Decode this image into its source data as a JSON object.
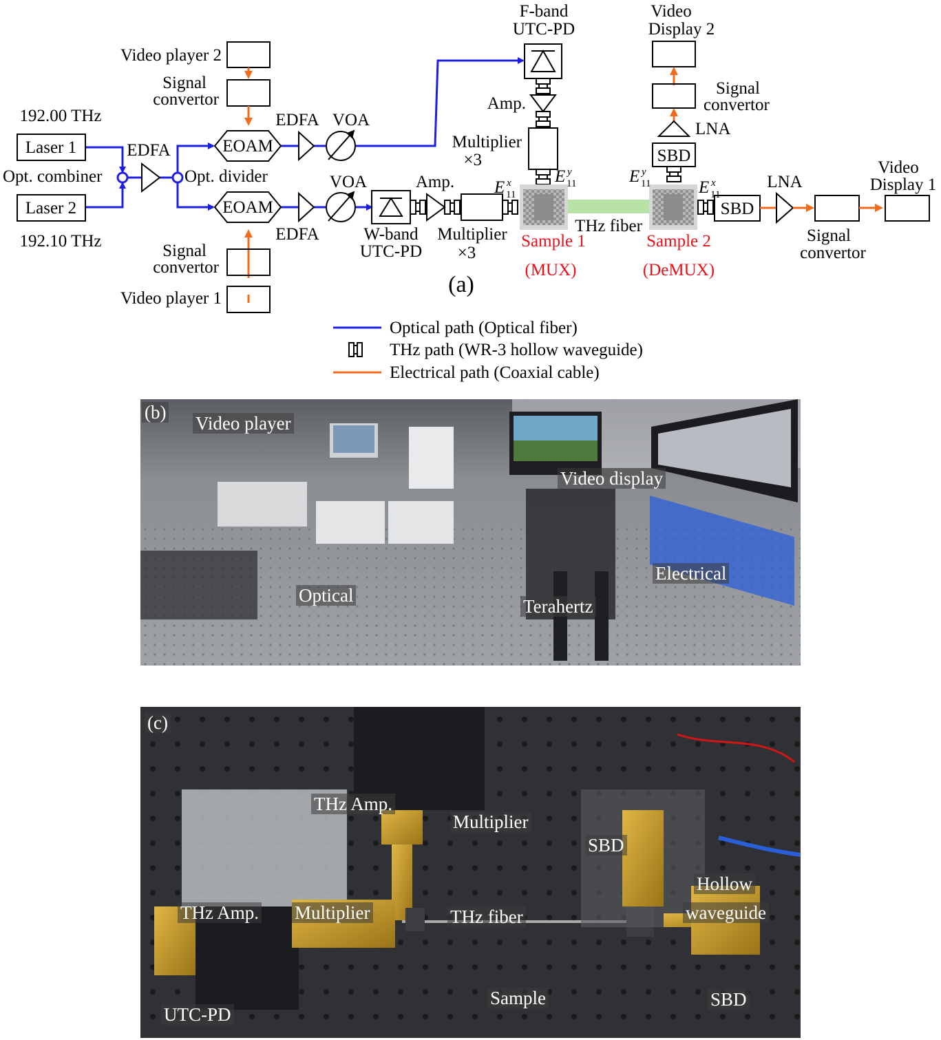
{
  "panel_a": {
    "caption": "(a)",
    "sources": {
      "laser1": "Laser 1",
      "laser2": "Laser 2",
      "freq1": "192.00 THz",
      "freq2": "192.10 THz",
      "combiner": "Opt. combiner",
      "edfa_main": "EDFA",
      "divider": "Opt. divider"
    },
    "upper_branch": {
      "video_player": "Video player 2",
      "signal_convertor_l1": "Signal",
      "signal_convertor_l2": "convertor",
      "eoam": "EOAM",
      "edfa": "EDFA",
      "voa": "VOA",
      "fband_l1": "F-band",
      "fband_l2": "UTC-PD",
      "amp": "Amp.",
      "multiplier": "Multiplier",
      "times3": "×3"
    },
    "lower_branch": {
      "video_player": "Video player 1",
      "signal_convertor_l1": "Signal",
      "signal_convertor_l2": "convertor",
      "eoam": "EOAM",
      "edfa": "EDFA",
      "voa": "VOA",
      "wband_l1": "W-band",
      "wband_l2": "UTC-PD",
      "amp": "Amp.",
      "multiplier": "Multiplier",
      "times3": "×3"
    },
    "center": {
      "e11x_left": "E",
      "e11y_left": "E",
      "e11y_right": "E",
      "e11x_right": "E",
      "sub_11": "11",
      "sup_x": "x",
      "sup_y": "y",
      "thz_fiber": "THz fiber",
      "sample1": "Sample 1",
      "mux": "(MUX)",
      "sample2": "Sample 2",
      "demux": "(DeMUX)"
    },
    "receivers": {
      "video_display2_l1": "Video",
      "video_display2_l2": "Display 2",
      "signal_convertor_top_l1": "Signal",
      "signal_convertor_top_l2": "convertor",
      "lna_top": "LNA",
      "sbd_top": "SBD",
      "sbd_right": "SBD",
      "lna_right": "LNA",
      "signal_convertor_right_l1": "Signal",
      "signal_convertor_right_l2": "convertor",
      "video_display1_l1": "Video",
      "video_display1_l2": "Display 1"
    },
    "legend": {
      "optical": "Optical path (Optical fiber)",
      "thz": "THz path (WR-3 hollow waveguide)",
      "electrical": "Electrical path (Coaxial cable)"
    },
    "colors": {
      "optical": "#1d1fe0",
      "electrical": "#f26b1d",
      "highlight": "#e8121b",
      "fiber": "#b9e3a6"
    }
  },
  "panel_b": {
    "label": "(b)",
    "tags": {
      "video_player": "Video player",
      "video_display": "Video display",
      "optical": "Optical",
      "terahertz": "Terahertz",
      "electrical": "Electrical"
    }
  },
  "panel_c": {
    "label": "(c)",
    "tags": {
      "thz_amp_top": "THz Amp.",
      "multiplier_top": "Multiplier",
      "sbd_top": "SBD",
      "hollow_l1": "Hollow",
      "hollow_l2": "waveguide",
      "thz_amp_left": "THz Amp.",
      "multiplier_left": "Multiplier",
      "thz_fiber": "THz fiber",
      "sample": "Sample",
      "utc_pd": "UTC-PD",
      "sbd_bottom": "SBD"
    }
  }
}
